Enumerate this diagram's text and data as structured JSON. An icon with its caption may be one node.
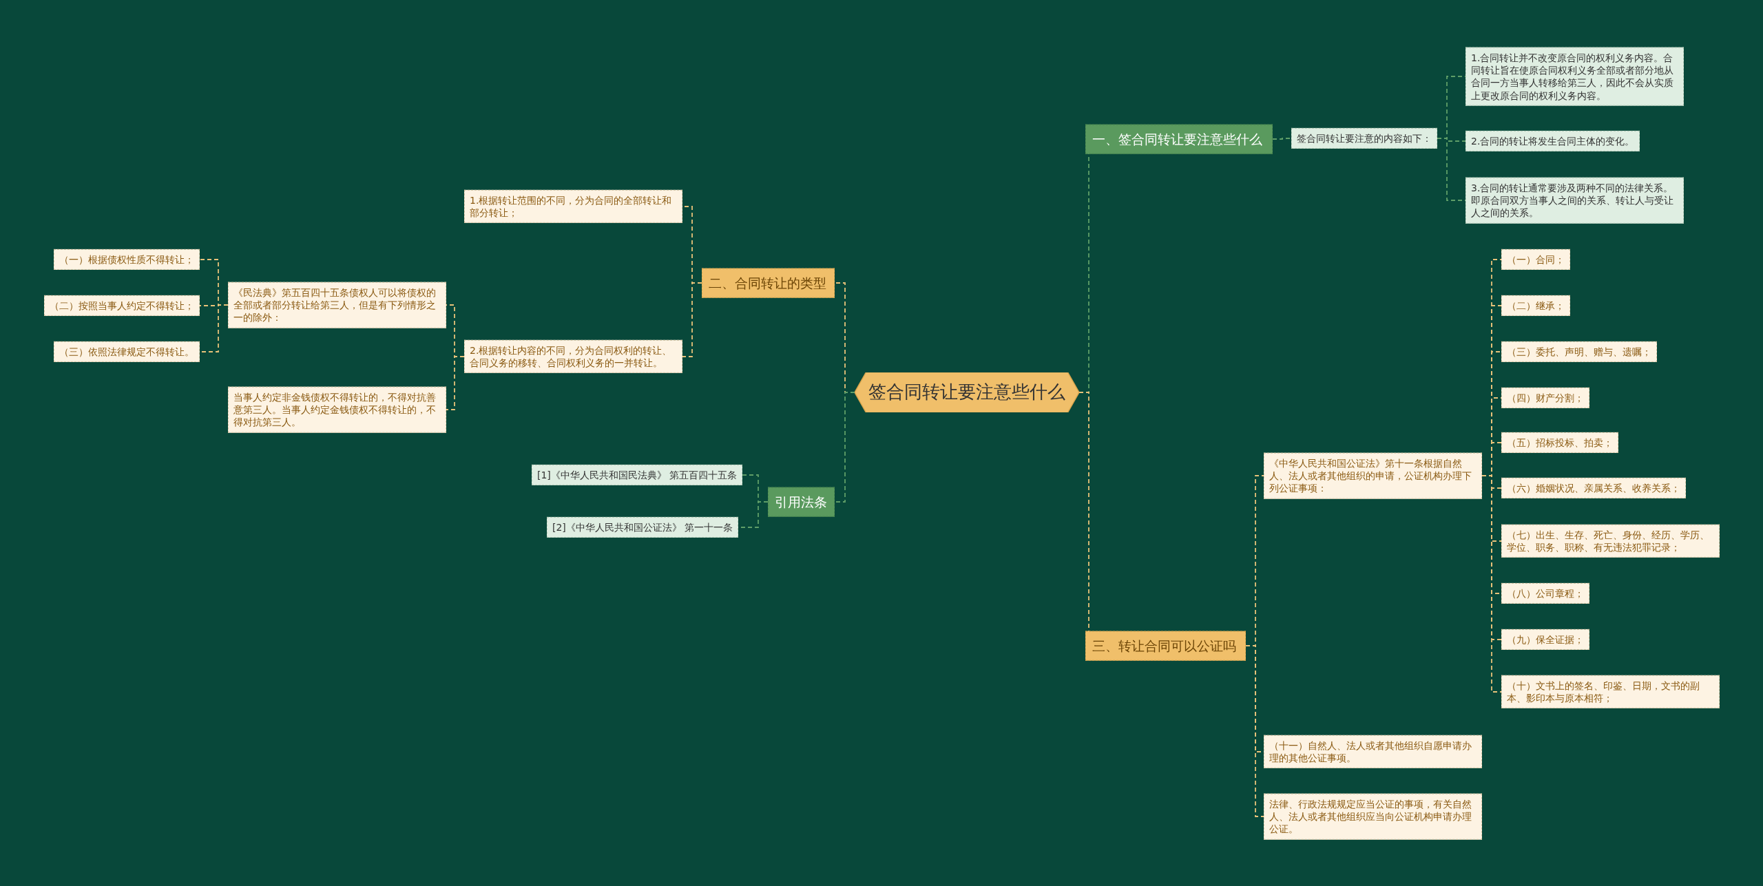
{
  "diagram": {
    "nodes": [
      {
        "text": [
          "签合同转让要注意些什么"
        ]
      },
      {
        "text": [
          "一、签合同转让要注意些什么"
        ]
      },
      {
        "text": [
          "签合同转让要注意的内容如下："
        ]
      },
      {
        "text": [
          "1.合同转让并不改变原合同的权利义务内容。合同转让旨在使原合同权利义务全部或者部分地从合同一方当事人转移给第三人，因此不会从实质上更改原合同的权利义务内容。"
        ]
      },
      {
        "text": [
          "2.合同的转让将发生合同主体的变化。"
        ]
      },
      {
        "text": [
          "3.合同的转让通常要涉及两种不同的法律关系。即原合同双方当事人之间的关系、转让人与受让人之间的关系。"
        ]
      },
      {
        "text": [
          "二、合同转让的类型"
        ]
      },
      {
        "text": [
          "1.根据转让范围的不同，分为合同的全部转让和部分转让；"
        ]
      },
      {
        "text": [
          "2.根据转让内容的不同，分为合同权利的转让、合同义务的移转、合同权利义务的一并转让。"
        ]
      },
      {
        "text": [
          "《民法典》第五百四十五条债权人可以将债权的全部或者部分转让给第三人，但是有下列情形之一的除外："
        ]
      },
      {
        "text": [
          "（一）根据债权性质不得转让；"
        ]
      },
      {
        "text": [
          "（二）按照当事人约定不得转让；"
        ]
      },
      {
        "text": [
          "（三）依照法律规定不得转让。"
        ]
      },
      {
        "text": [
          "当事人约定非金钱债权不得转让的，不得对抗善意第三人。当事人约定金钱债权不得转让的，不得对抗第三人。"
        ]
      },
      {
        "text": [
          "引用法条"
        ]
      },
      {
        "text": [
          "[1]《中华人民共和国民法典》 第五百四十五条"
        ]
      },
      {
        "text": [
          "[2]《中华人民共和国公证法》 第一十一条"
        ]
      },
      {
        "text": [
          "三、转让合同可以公证吗"
        ]
      },
      {
        "text": [
          "《中华人民共和国公证法》第十一条根据自然人、法人或者其他组织的申请，公证机构办理下列公证事项："
        ]
      },
      {
        "text": [
          "（一）合同；"
        ]
      },
      {
        "text": [
          "（二）继承；"
        ]
      },
      {
        "text": [
          "（三）委托、声明、赠与、遗嘱；"
        ]
      },
      {
        "text": [
          "（四）财产分割；"
        ]
      },
      {
        "text": [
          "（五）招标投标、拍卖；"
        ]
      },
      {
        "text": [
          "（六）婚姻状况、亲属关系、收养关系；"
        ]
      },
      {
        "text": [
          "（七）出生、生存、死亡、身份、经历、学历、学位、职务、职称、有无违法犯罪记录；"
        ]
      },
      {
        "text": [
          "（八）公司章程；"
        ]
      },
      {
        "text": [
          "（九）保全证据；"
        ]
      },
      {
        "text": [
          "（十）文书上的签名、印鉴、日期，文书的副本、影印本与原本相符；"
        ]
      },
      {
        "text": [
          "（十一）自然人、法人或者其他组织自愿申请办理的其他公证事项。"
        ]
      },
      {
        "text": [
          "法律、行政法规规定应当公证的事项，有关自然人、法人或者其他组织应当向公证机构申请办理公证。"
        ]
      }
    ],
    "edges": [
      {
        "from": 0,
        "to": 1,
        "arrow": "none",
        "color": "#5f9e68"
      },
      {
        "from": 1,
        "to": 2,
        "arrow": "none",
        "color": "#5f9e68"
      },
      {
        "from": 2,
        "to": 3,
        "arrow": "none",
        "color": "#5f9e68"
      },
      {
        "from": 2,
        "to": 4,
        "arrow": "none",
        "color": "#5f9e68"
      },
      {
        "from": 2,
        "to": 5,
        "arrow": "none",
        "color": "#5f9e68"
      },
      {
        "from": 0,
        "to": 6,
        "arrow": "none"
      },
      {
        "from": 6,
        "to": 7,
        "arrow": "none"
      },
      {
        "from": 6,
        "to": 8,
        "arrow": "none"
      },
      {
        "from": 8,
        "to": 9,
        "arrow": "none"
      },
      {
        "from": 9,
        "to": 10,
        "arrow": "none"
      },
      {
        "from": 9,
        "to": 11,
        "arrow": "none"
      },
      {
        "from": 9,
        "to": 12,
        "arrow": "none"
      },
      {
        "from": 8,
        "to": 13,
        "arrow": "none"
      },
      {
        "from": 0,
        "to": 14,
        "arrow": "none",
        "color": "#5f9e68"
      },
      {
        "from": 14,
        "to": 15,
        "arrow": "none",
        "color": "#5f9e68"
      },
      {
        "from": 14,
        "to": 16,
        "arrow": "none",
        "color": "#5f9e68"
      },
      {
        "from": 0,
        "to": 17,
        "arrow": "none"
      },
      {
        "from": 17,
        "to": 18,
        "arrow": "none"
      },
      {
        "from": 18,
        "to": 19,
        "arrow": "none"
      },
      {
        "from": 18,
        "to": 20,
        "arrow": "none"
      },
      {
        "from": 18,
        "to": 21,
        "arrow": "none"
      },
      {
        "from": 18,
        "to": 22,
        "arrow": "none"
      },
      {
        "from": 18,
        "to": 23,
        "arrow": "none"
      },
      {
        "from": 18,
        "to": 24,
        "arrow": "none"
      },
      {
        "from": 18,
        "to": 25,
        "arrow": "none"
      },
      {
        "from": 18,
        "to": 26,
        "arrow": "none"
      },
      {
        "from": 18,
        "to": 27,
        "arrow": "none"
      },
      {
        "from": 18,
        "to": 28,
        "arrow": "none"
      },
      {
        "from": 17,
        "to": 29,
        "arrow": "none"
      },
      {
        "from": 17,
        "to": 30,
        "arrow": "none"
      }
    ]
  }
}
